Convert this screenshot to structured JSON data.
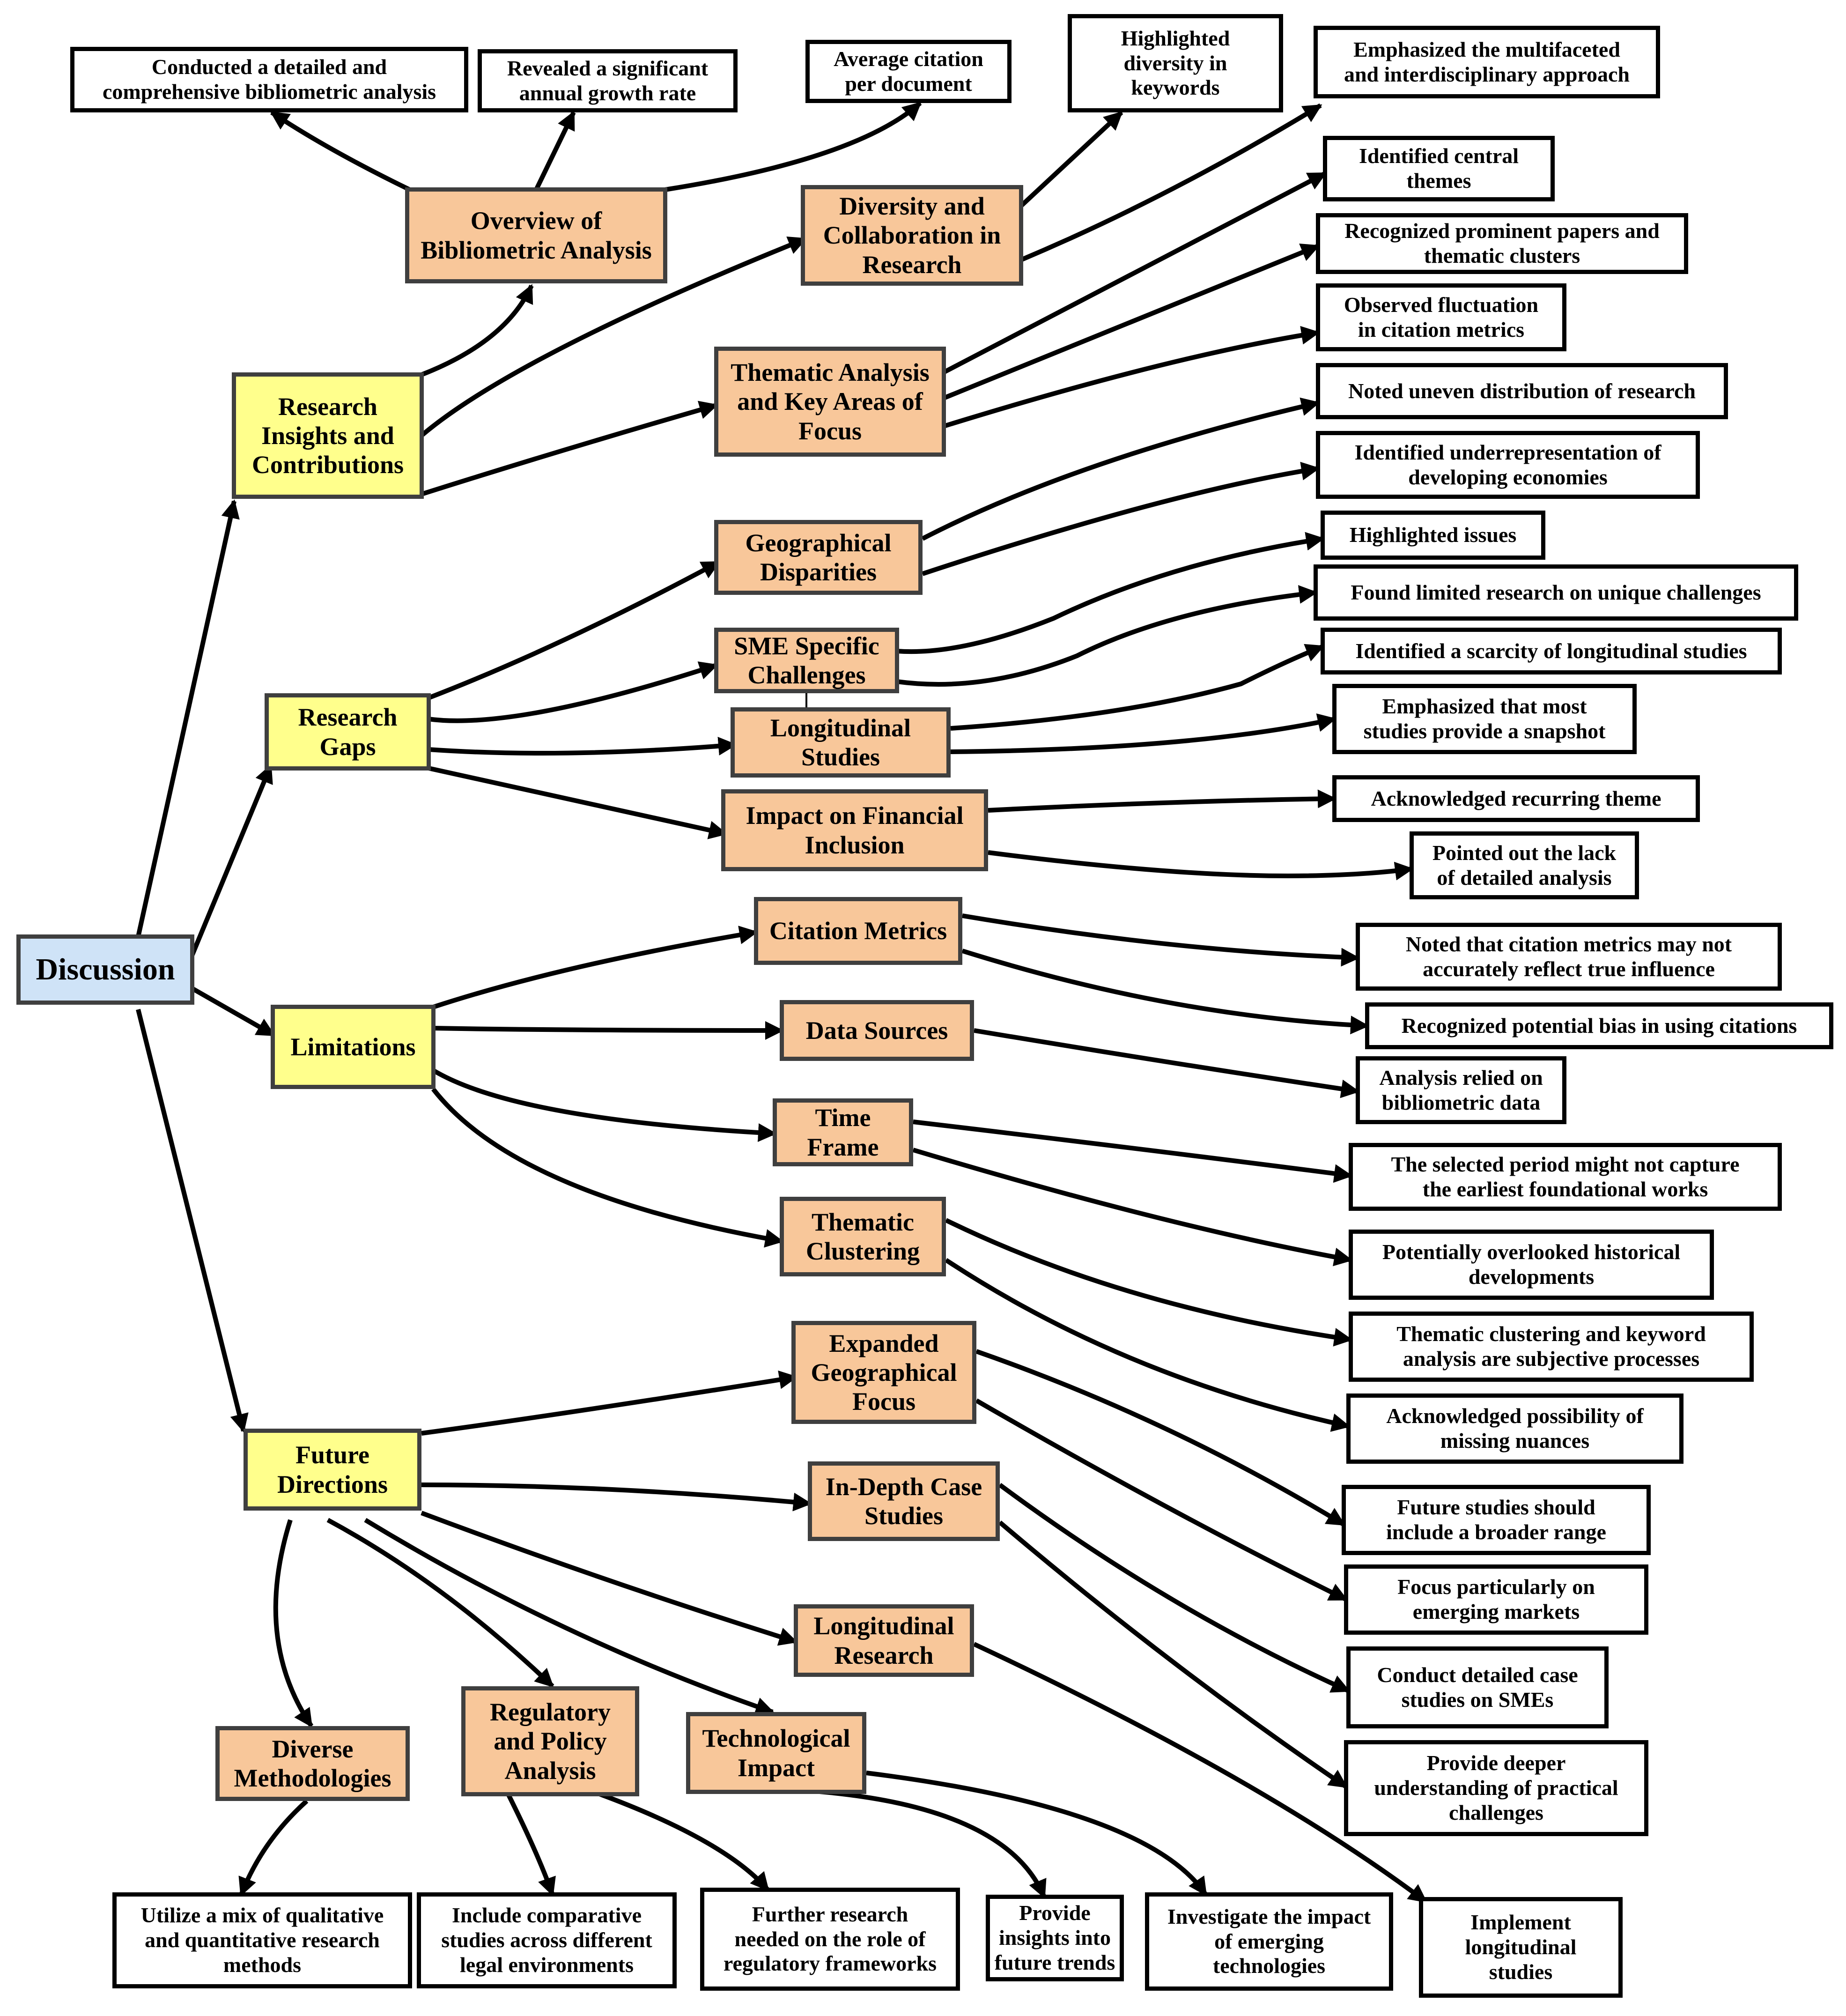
{
  "colors": {
    "root_fill": "#cfe3f7",
    "category_fill": "#ffff8c",
    "subtopic_fill": "#f8c79a",
    "leaf_fill": "#ffffff",
    "border": "#3f3f3f",
    "edge": "#000000"
  },
  "nodes": {
    "discussion": "Discussion",
    "research_insights": "Research\nInsights and\nContributions",
    "research_gaps": "Research\nGaps",
    "limitations": "Limitations",
    "future_directions": "Future\nDirections",
    "overview_bibliometric": "Overview of\nBibliometric Analysis",
    "diversity_collaboration": "Diversity and\nCollaboration in\nResearch",
    "thematic_analysis": "Thematic Analysis\nand Key Areas of\nFocus",
    "geographical_disparities": "Geographical\nDisparities",
    "sme_challenges": "SME Specific\nChallenges",
    "longitudinal_studies": "Longitudinal\nStudies",
    "impact_financial_inclusion": "Impact on Financial\nInclusion",
    "citation_metrics": "Citation Metrics",
    "data_sources": "Data Sources",
    "time_frame": "Time\nFrame",
    "thematic_clustering": "Thematic\nClustering",
    "expanded_geographical": "Expanded\nGeographical\nFocus",
    "in_depth_case": "In-Depth Case\nStudies",
    "longitudinal_research": "Longitudinal\nResearch",
    "diverse_methodologies": "Diverse\nMethodologies",
    "regulatory_policy": "Regulatory\nand Policy\nAnalysis",
    "technological_impact": "Technological\nImpact",
    "leaf_detailed_analysis": "Conducted a detailed and\ncomprehensive bibliometric analysis",
    "leaf_growth_rate": "Revealed a significant\nannual growth rate",
    "leaf_avg_citation": "Average citation\nper document",
    "leaf_keyword_diversity": "Highlighted\ndiversity in\nkeywords",
    "leaf_multifaceted": "Emphasized the multifaceted\nand interdisciplinary approach",
    "leaf_central_themes": "Identified central\nthemes",
    "leaf_prominent_papers": "Recognized prominent papers and\nthematic clusters",
    "leaf_fluctuation": "Observed fluctuation\nin citation metrics",
    "leaf_uneven_distribution": "Noted uneven distribution of research",
    "leaf_underrepresentation": "Identified underrepresentation of\ndeveloping economies",
    "leaf_highlighted_issues": "Highlighted issues",
    "leaf_limited_research": "Found limited research on unique challenges",
    "leaf_scarcity_longitudinal": "Identified a scarcity of longitudinal studies",
    "leaf_snapshot": "Emphasized that most\nstudies provide a snapshot",
    "leaf_recurring_theme": "Acknowledged recurring theme",
    "leaf_lack_detailed": "Pointed out the lack\nof detailed analysis",
    "leaf_citation_influence": "Noted that citation metrics may not\naccurately reflect true influence",
    "leaf_potential_bias": "Recognized potential bias in using citations",
    "leaf_relied_bibliometric": "Analysis relied on\nbibliometric data",
    "leaf_selected_period": "The selected period might not capture\nthe earliest foundational works",
    "leaf_overlooked_historical": "Potentially overlooked historical\ndevelopments",
    "leaf_subjective_processes": "Thematic clustering and keyword\nanalysis are subjective processes",
    "leaf_missing_nuances": "Acknowledged possibility of\nmissing nuances",
    "leaf_broader_range": "Future studies should\ninclude a broader range",
    "leaf_emerging_markets": "Focus particularly on\nemerging markets",
    "leaf_case_studies_smes": "Conduct detailed case\nstudies on SMEs",
    "leaf_deeper_understanding": "Provide deeper\nunderstanding of practical\nchallenges",
    "leaf_mix_methods": "Utilize a mix of qualitative\nand quantitative research\nmethods",
    "leaf_comparative_studies": "Include comparative\nstudies across different\nlegal environments",
    "leaf_regulatory_frameworks": "Further research\nneeded on the role of\nregulatory frameworks",
    "leaf_future_trends": "Provide\ninsights into\nfuture trends",
    "leaf_emerging_technologies": "Investigate the impact\nof emerging\ntechnologies",
    "leaf_implement_longitudinal": "Implement\nlongitudinal\nstudies"
  }
}
